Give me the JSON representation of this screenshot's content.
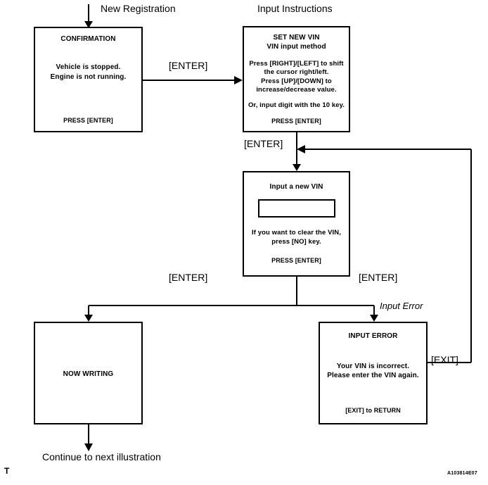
{
  "diagram": {
    "title_labels": {
      "new_registration": "New Registration",
      "input_instructions": "Input Instructions"
    },
    "reference_code": "A103814E07",
    "corner_mark": "T",
    "outcome_label": "Continue to next illustration",
    "error_branch_label": "Input Error",
    "edge_labels": {
      "enter_1": "[ENTER]",
      "enter_2": "[ENTER]",
      "enter_left": "[ENTER]",
      "enter_right": "[ENTER]",
      "exit": "[EXIT]"
    },
    "boxes": {
      "confirmation": {
        "header": "CONFIRMATION",
        "body_line1": "Vehicle is stopped.",
        "body_line2": "Engine is not running.",
        "footer": "PRESS [ENTER]"
      },
      "set_new_vin": {
        "header_line1": "SET NEW VIN",
        "header_line2": "VIN input method",
        "body_line1": "Press [RIGHT]/[LEFT] to shift",
        "body_line2": "the cursor right/left.",
        "body_line3": "Press [UP]/[DOWN]  to",
        "body_line4": "increase/decrease value.",
        "body_line5": "Or, input digit with the 10 key.",
        "footer": "PRESS [ENTER]"
      },
      "input_new_vin": {
        "header": "Input a new VIN",
        "field_value": "",
        "body_line1": "If you want to clear the VIN,",
        "body_line2": "press [NO] key.",
        "footer": "PRESS [ENTER]"
      },
      "now_writing": {
        "header": "NOW WRITING"
      },
      "input_error": {
        "header": "INPUT  ERROR",
        "body_line1": "Your VIN is incorrect.",
        "body_line2": "Please enter the VIN again.",
        "footer": "[EXIT] to RETURN"
      }
    }
  }
}
